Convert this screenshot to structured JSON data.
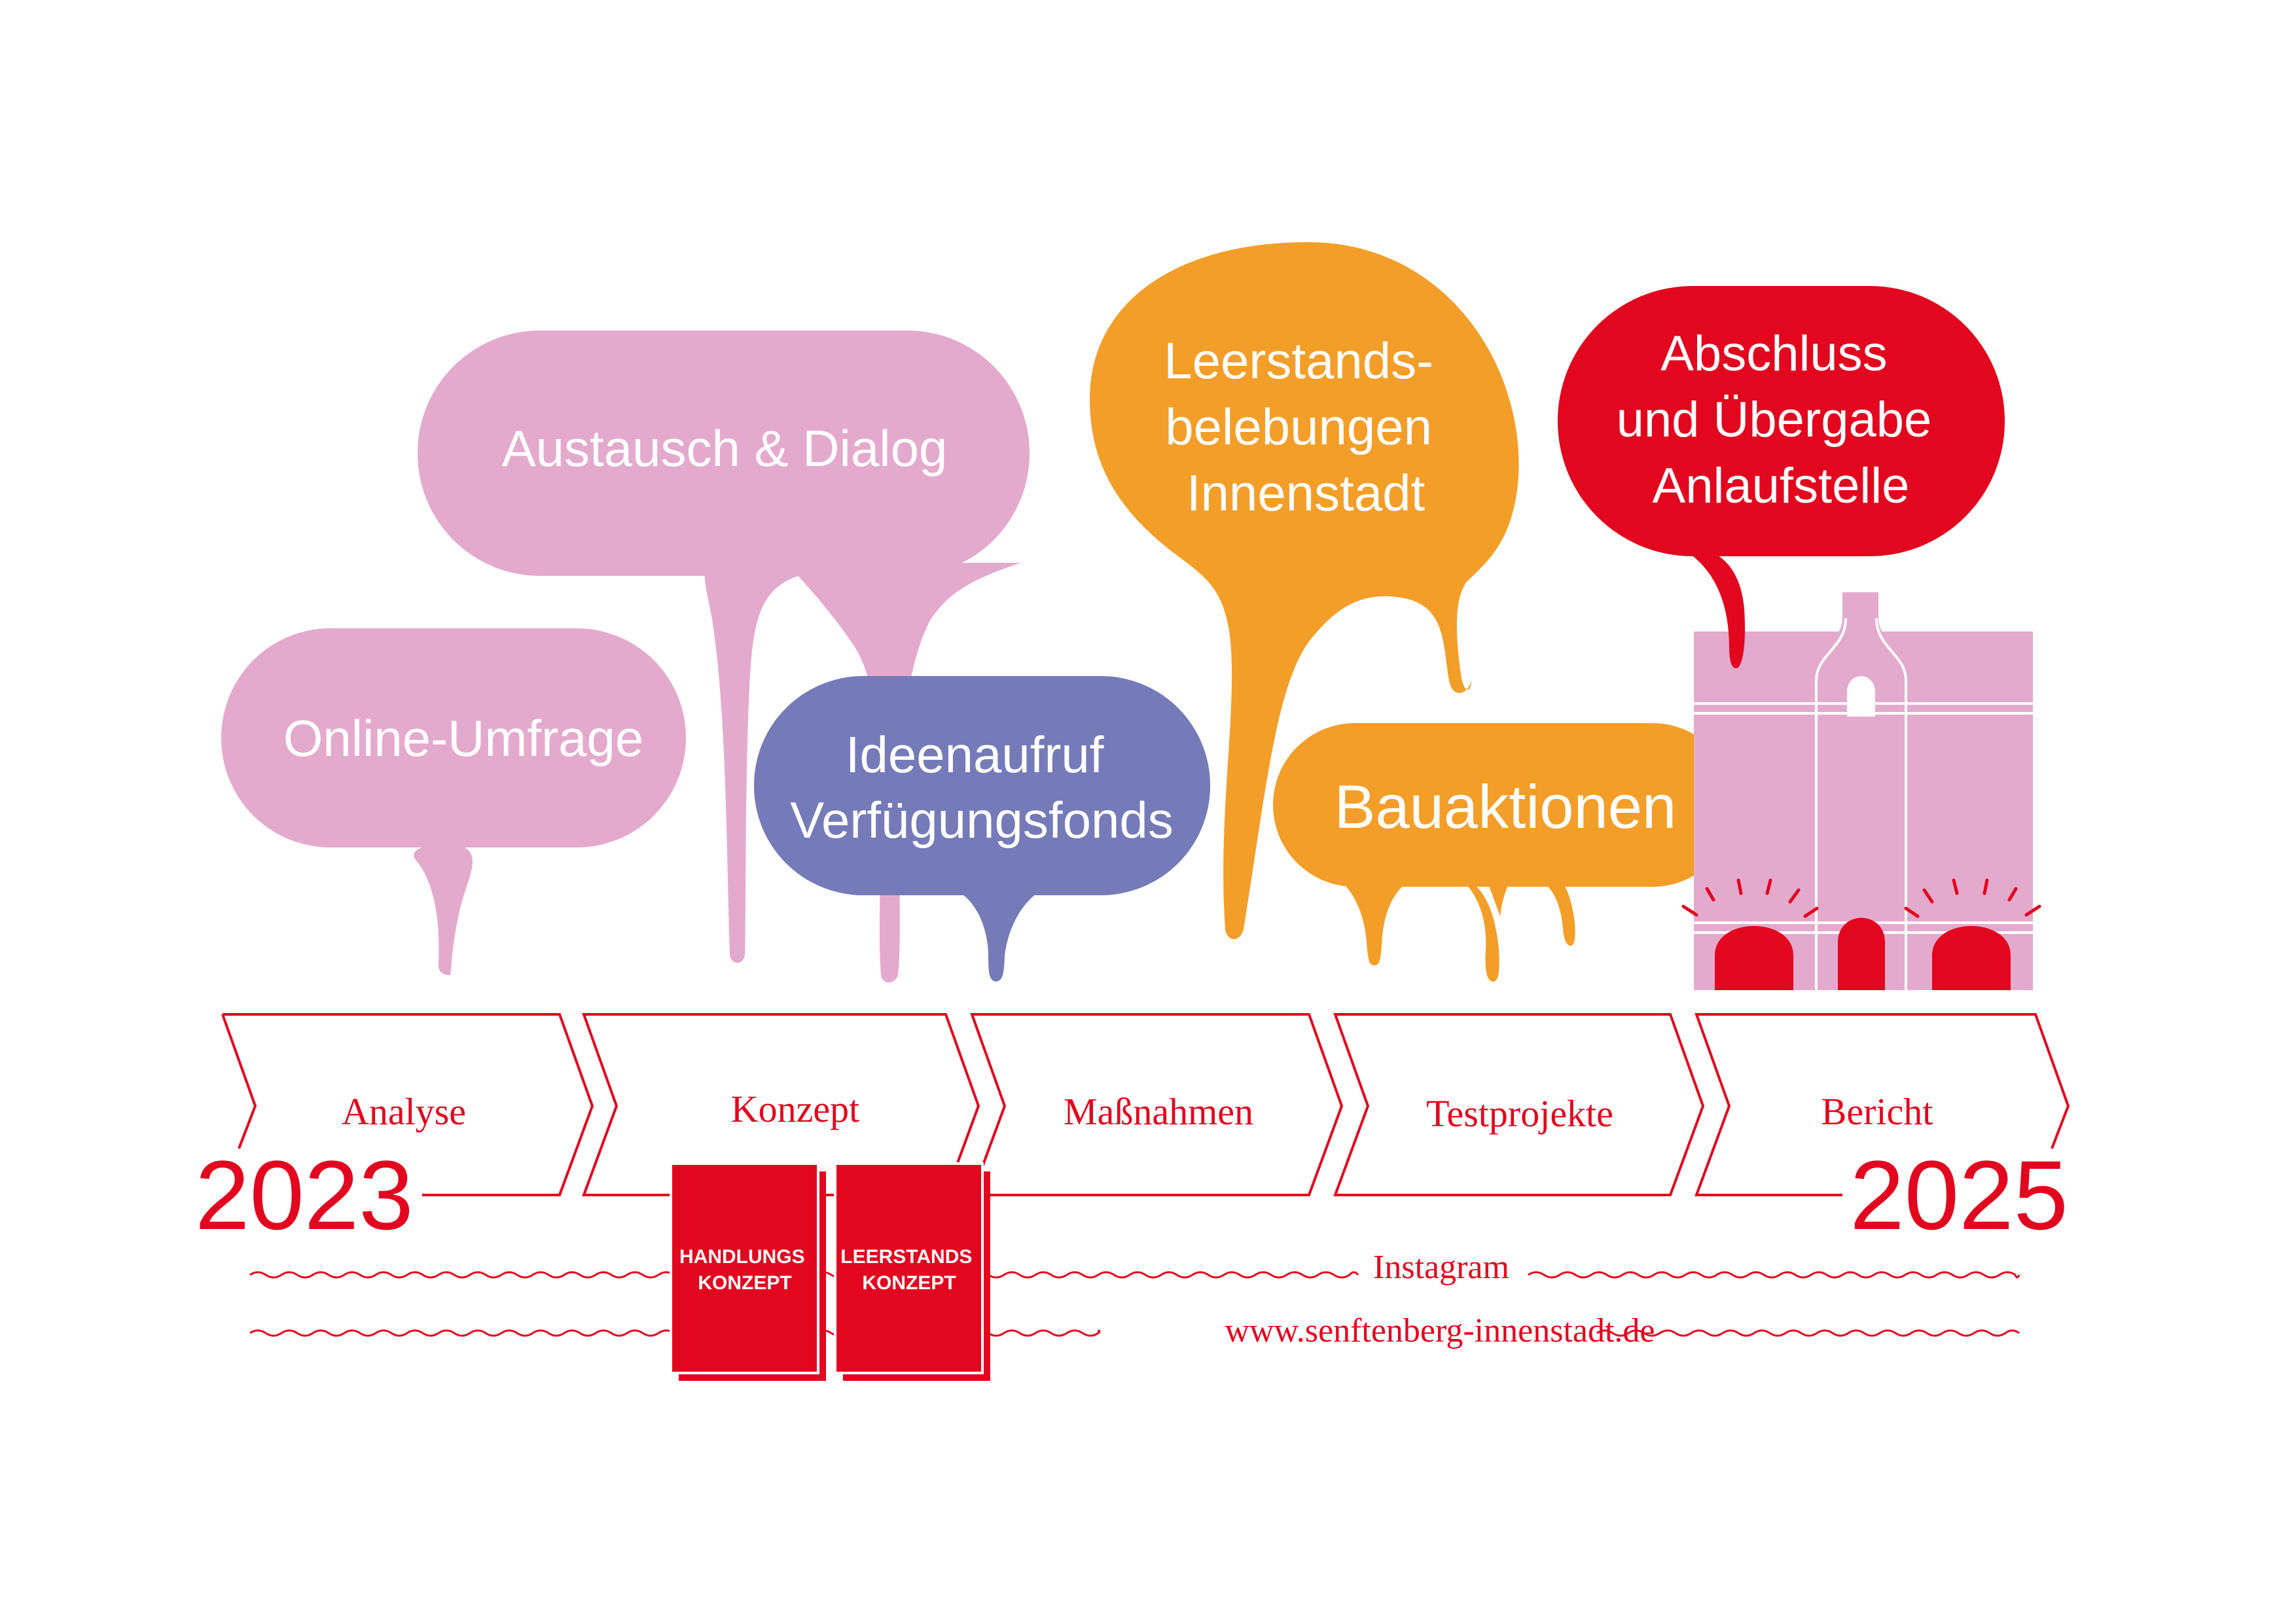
{
  "colors": {
    "pink": "#e4aacd",
    "violet": "#757ab8",
    "orange": "#f39e29",
    "red": "#e2061e",
    "white": "#ffffff"
  },
  "bubbles": [
    {
      "id": "online-umfrage",
      "lines": [
        "Online-Umfrage"
      ],
      "color": "pink"
    },
    {
      "id": "austausch-dialog",
      "lines": [
        "Austausch & Dialog"
      ],
      "color": "pink"
    },
    {
      "id": "ideenaufruf",
      "lines": [
        "Ideenaufruf",
        "Verfügungsfonds"
      ],
      "color": "violet"
    },
    {
      "id": "leerstandsbelebungen",
      "lines": [
        "Leerstands-",
        "belebungen",
        "Innenstadt"
      ],
      "color": "orange"
    },
    {
      "id": "bauaktionen",
      "lines": [
        "Bauaktionen"
      ],
      "color": "orange"
    },
    {
      "id": "abschluss",
      "lines": [
        "Abschluss",
        "und Übergabe",
        "Anlaufstelle"
      ],
      "color": "red"
    }
  ],
  "phases": [
    "Analyse",
    "Konzept",
    "Maßnahmen",
    "Testprojekte",
    "Bericht"
  ],
  "years": {
    "start": "2023",
    "end": "2025"
  },
  "documents": [
    {
      "lines": [
        "HANDLUNGS",
        "KONZEPT"
      ]
    },
    {
      "lines": [
        "LEERSTANDS",
        "KONZEPT"
      ]
    }
  ],
  "channels": [
    "Instagram",
    "www.senftenberg-innenstadt.de"
  ]
}
